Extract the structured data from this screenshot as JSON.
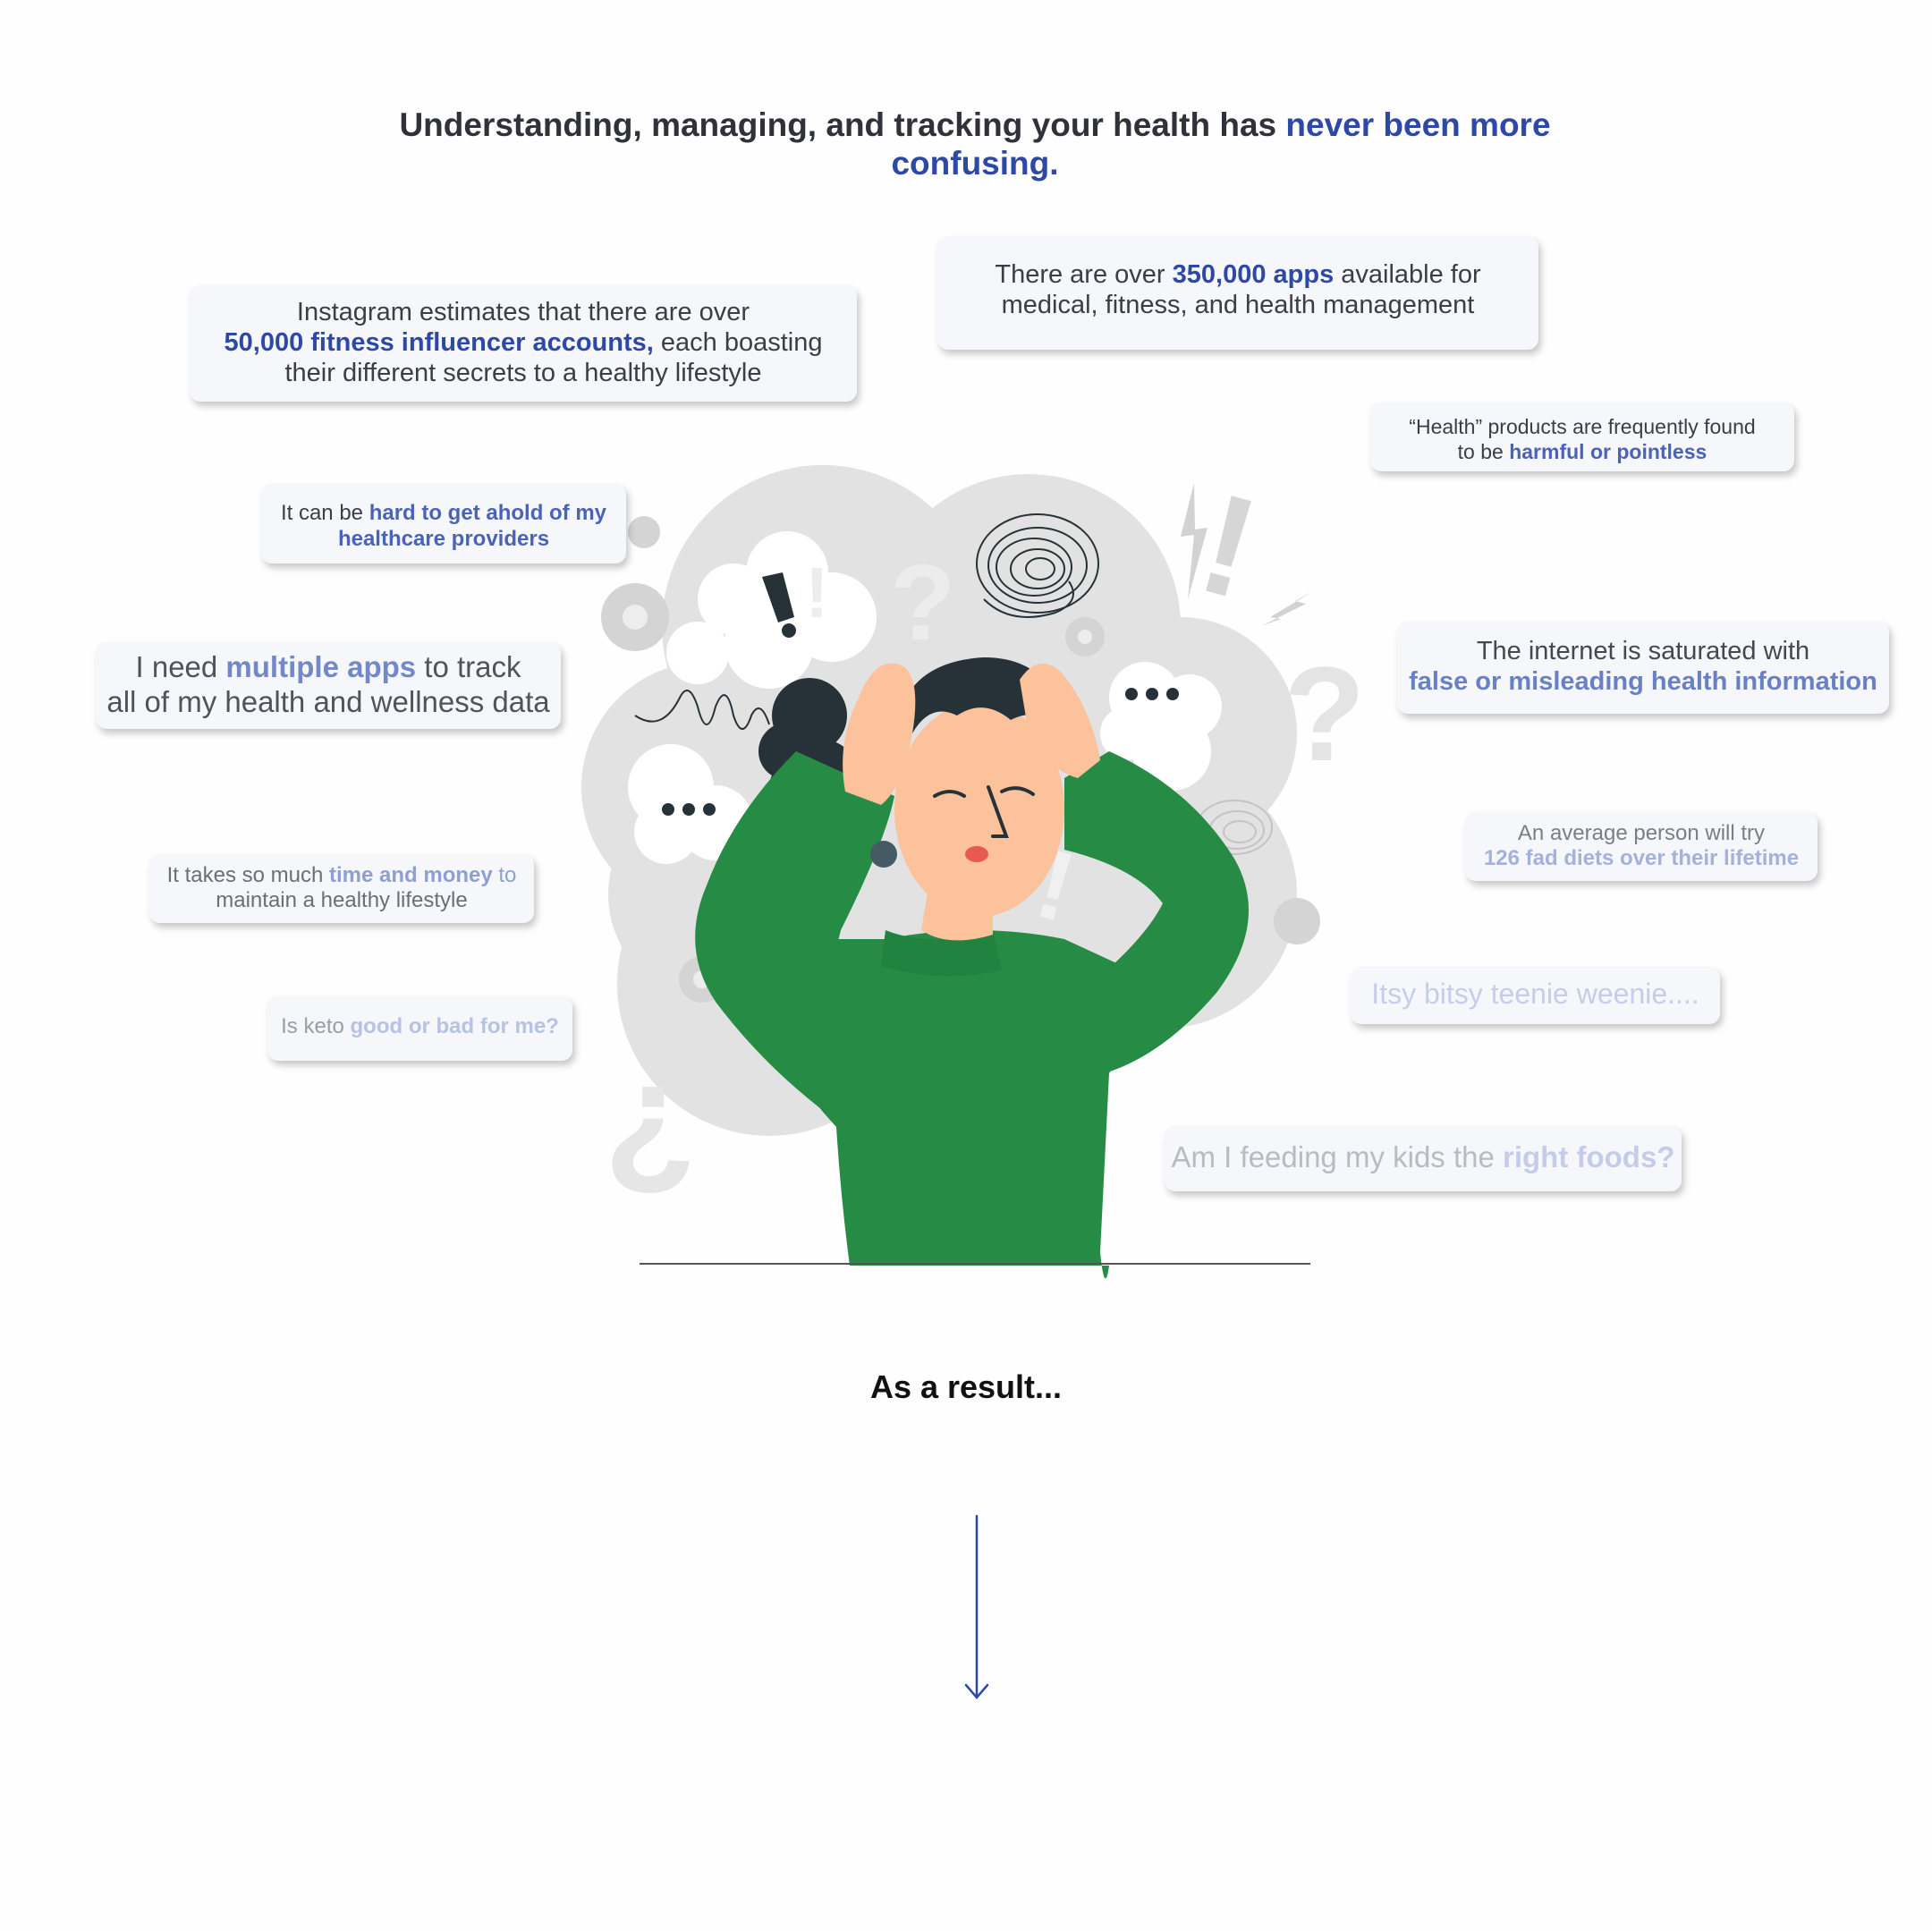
{
  "headline": {
    "part1": "Understanding, managing, and tracking your health has ",
    "highlight": "never been more confusing."
  },
  "bubbles": {
    "instagram": {
      "line1": "Instagram estimates that there are over",
      "highlight": "50,000 fitness influencer accounts,",
      "line2_rest": " each boasting",
      "line3": "their different secrets to a healthy lifestyle"
    },
    "apps": {
      "pre": "There are over ",
      "highlight": "350,000 apps",
      "post": " available for",
      "line2": "medical, fitness, and health management"
    },
    "products": {
      "line1": "“Health” products are frequently found",
      "pre": "to be ",
      "highlight": "harmful or pointless"
    },
    "providers": {
      "pre": "It can be ",
      "highlight1": "hard to get ahold of my",
      "highlight2": "healthcare providers"
    },
    "multiple_apps": {
      "pre": "I need ",
      "highlight": "multiple apps",
      "post": " to track",
      "line2": "all of my health and wellness data"
    },
    "internet": {
      "line1": "The internet is saturated with",
      "highlight": "false or misleading health information"
    },
    "time_money": {
      "pre": "It takes so much ",
      "highlight": "time and money",
      "post": " to",
      "line2": "maintain a healthy lifestyle"
    },
    "fad_diets": {
      "line1": "An average person will try",
      "highlight": "126 fad diets over their lifetime"
    },
    "keto": {
      "pre": "Is keto ",
      "highlight": "good or bad for me?"
    },
    "itsy": {
      "text": "Itsy bitsy teenie weenie...."
    },
    "kids": {
      "pre": "Am I feeding my kids the ",
      "highlight": "right foods?"
    }
  },
  "result_text": "As a result...",
  "colors": {
    "accent": "#2e48a6",
    "sweater": "#268b45",
    "skin": "#fcc29c",
    "hair": "#263238",
    "cloud": "#e3e3e3",
    "arrow": "#2e48a6"
  }
}
